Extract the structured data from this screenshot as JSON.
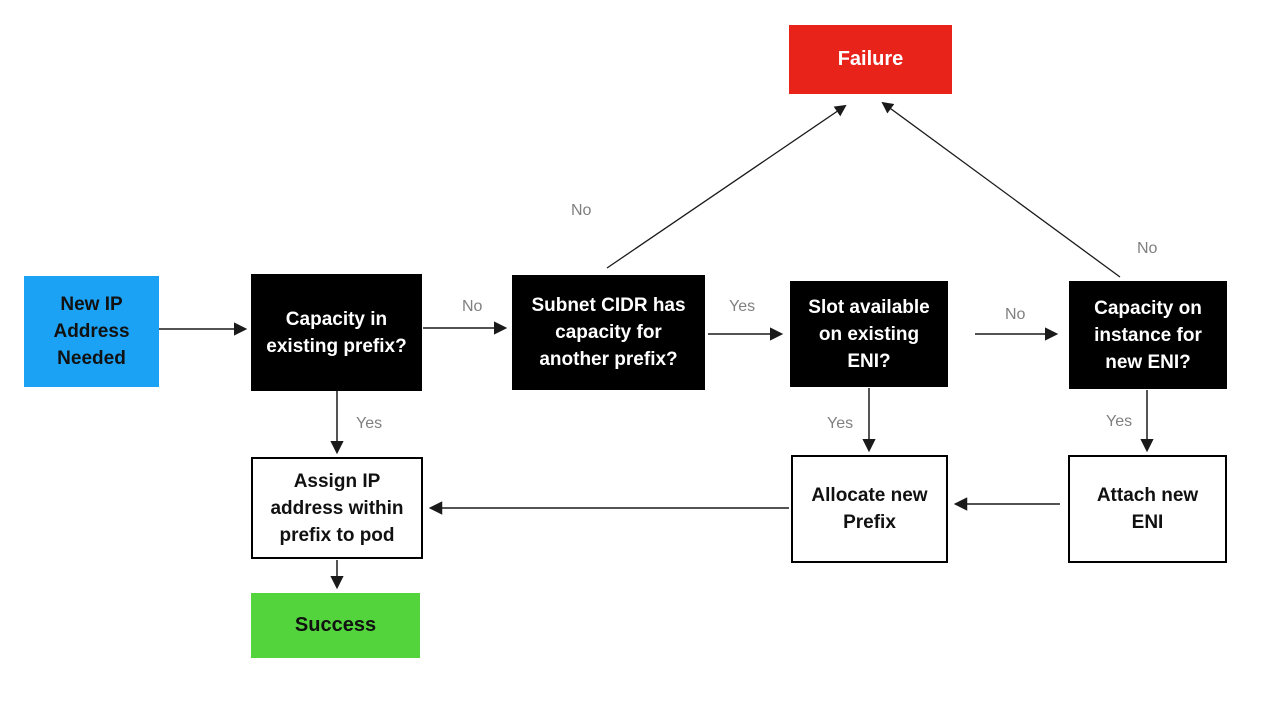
{
  "diagram": {
    "description": "Flowchart for allocating a new IP address via prefixes and ENIs",
    "nodes": {
      "start": {
        "label": "New IP\nAddress\nNeeded"
      },
      "capacity_prefix": {
        "label": "Capacity in\nexisting prefix?"
      },
      "subnet_cidr": {
        "label": "Subnet CIDR has\ncapacity for\nanother prefix?"
      },
      "slot_eni": {
        "label": "Slot available\non existing\nENI?"
      },
      "capacity_instance": {
        "label": "Capacity on\ninstance for\nnew ENI?"
      },
      "failure": {
        "label": "Failure"
      },
      "assign_ip": {
        "label": "Assign IP\naddress within\nprefix to pod"
      },
      "allocate_prefix": {
        "label": "Allocate new\nPrefix"
      },
      "attach_eni": {
        "label": "Attach new\nENI"
      },
      "success": {
        "label": "Success"
      }
    },
    "edge_labels": {
      "no_to_subnet": "No",
      "yes_to_slot": "Yes",
      "no_to_new_eni": "No",
      "no_to_failure_left": "No",
      "no_to_failure_right": "No",
      "yes_to_assign": "Yes",
      "yes_to_allocate": "Yes",
      "yes_to_attach": "Yes"
    },
    "colors": {
      "start_blue": "#1CA2F4",
      "decision_black": "#000000",
      "failure_red": "#E8231A",
      "success_green": "#53D43D",
      "action_white": "#FFFFFF",
      "edge_label_gray": "#808080",
      "arrow_black": "#1A1A1A"
    }
  }
}
